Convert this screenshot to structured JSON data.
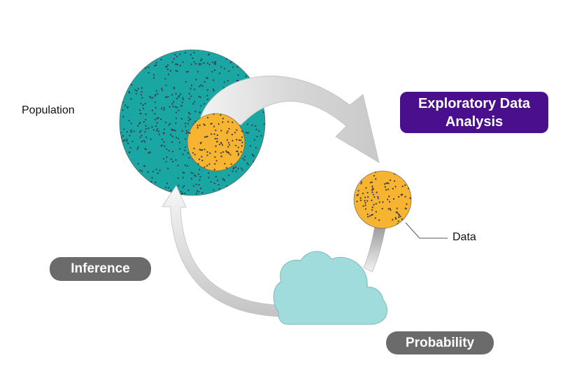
{
  "labels": {
    "population": "Population",
    "data": "Data",
    "eda_line1": "Exploratory Data",
    "eda_line2": "Analysis",
    "inference": "Inference",
    "probability": "Probability"
  },
  "colors": {
    "population_fill": "#1aa7a4",
    "sample_fill": "#f6b431",
    "dot": "#3a3a4a",
    "arrow_light": "#f2f2f2",
    "arrow_dark": "#b5b5b5",
    "cloud_fill": "#9fdcdb",
    "eda_badge": "#4a0f8c",
    "grey_badge": "#6b6b6b"
  },
  "icons": {
    "population": "population-circle",
    "sample": "sample-circle",
    "data": "data-circle",
    "model": "cloud-icon"
  }
}
